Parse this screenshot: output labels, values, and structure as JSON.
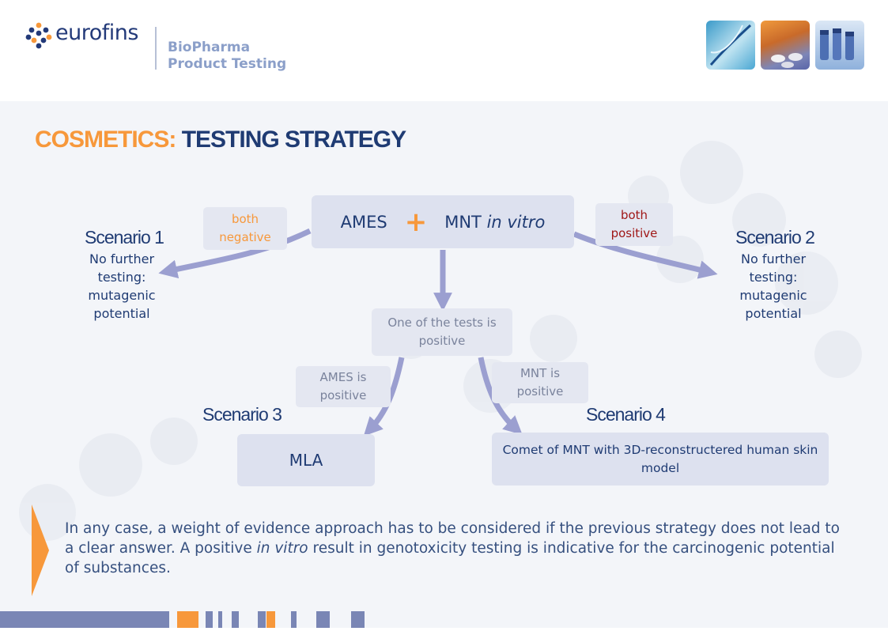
{
  "header": {
    "brand": "eurofins",
    "division_line1": "BioPharma",
    "division_line2": "Product Testing"
  },
  "title": {
    "part1": "COSMETICS:",
    "part2": "TESTING STRATEGY"
  },
  "flow": {
    "top_box": {
      "left_text": "AMES",
      "plus": "+",
      "right_text": "MNT",
      "right_italic": "in vitro"
    },
    "label_both_negative": {
      "line1": "both",
      "line2": "negative"
    },
    "label_both_positive": {
      "line1": "both",
      "line2": "positive"
    },
    "middle_box": {
      "line1": "One of the tests is",
      "line2": "positive"
    },
    "label_ames_positive": {
      "line1": "AMES is",
      "line2": "positive"
    },
    "label_mnt_positive": {
      "line1": "MNT is",
      "line2": "positive"
    },
    "mla_box": "MLA",
    "comet_box": {
      "line1": "Comet of MNT with 3D-reconstructered human skin",
      "line2": "model"
    }
  },
  "scenarios": {
    "s1": {
      "title": "Scenario 1",
      "lines": [
        "No further",
        "testing:",
        "mutagenic",
        "potential"
      ]
    },
    "s2": {
      "title": "Scenario 2",
      "lines": [
        "No further",
        "testing:",
        "mutagenic",
        "potential"
      ]
    },
    "s3": {
      "title": "Scenario 3"
    },
    "s4": {
      "title": "Scenario 4"
    }
  },
  "note": {
    "part1": "In any case, a weight of evidence approach has to be considered if the previous strategy does not lead to a clear answer. A positive ",
    "italic": "in vitro",
    "part2": " result in genotoxicity testing is indicative for the carcinogenic potential of substances."
  },
  "colors": {
    "navy": "#1f3b73",
    "orange": "#f7983b",
    "arrow": "#9b9fd0",
    "box": "#dde1ef",
    "dark_red": "#a01818"
  }
}
